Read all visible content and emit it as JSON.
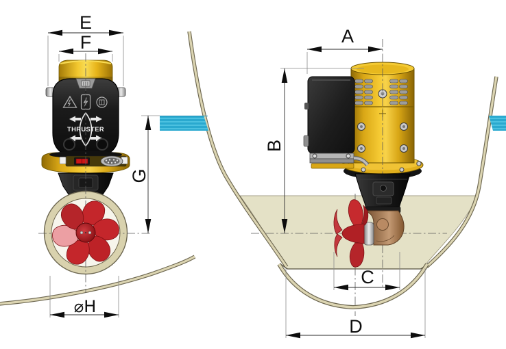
{
  "drawing": {
    "kind": "bow-thruster installation dimensional drawing",
    "dims": {
      "a": "A",
      "b": "B",
      "c": "C",
      "d": "D",
      "e": "E",
      "f": "F",
      "g": "G",
      "h_label": "⌀H"
    },
    "emblem": {
      "text": "THRUSTER"
    },
    "colors": {
      "motor_gold": "#f0c42c",
      "housing_black": "#1b1b1b",
      "propeller_red": "#c4262b",
      "hull_tan": "#d6cfac",
      "hull_fill": "#e3dfc3",
      "water_cyan": "#2fb3d9",
      "gear_bronze": "#a9805c",
      "dimension_ink": "#0d0d0d"
    }
  }
}
